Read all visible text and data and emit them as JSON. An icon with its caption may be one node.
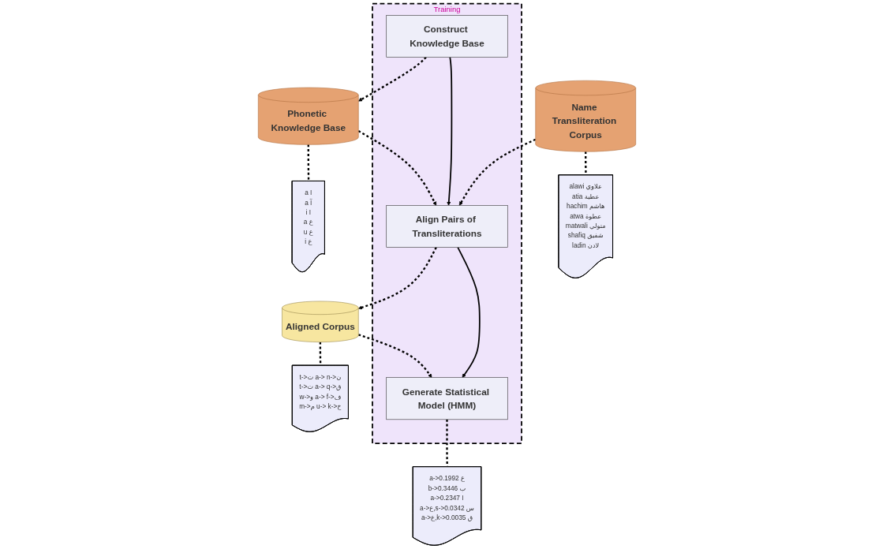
{
  "diagram": {
    "nodes": [
      {
        "text": [
          "Training"
        ]
      },
      {
        "text": [
          "Construct Knowledge Base"
        ],
        "in": 0
      },
      {
        "text": [
          "Align Pairs of Transliterations"
        ],
        "in": 0
      },
      {
        "text": [
          "Generate Statistical Model (HMM)"
        ],
        "in": 0
      },
      {
        "text": [
          "Phonetic Knowledge Base"
        ]
      },
      {
        "text": [
          "Name Transliteration Corpus"
        ]
      },
      {
        "text": [
          "Aligned Corpus"
        ]
      },
      {
        "text": [
          "a ا",
          "a آ",
          "i ا",
          "a ع",
          "u ع",
          "i ع"
        ]
      },
      {
        "text": [
          "alawi علاوي",
          "atia عطية",
          "hachim هاشم",
          "atwa عطوة",
          "matwali متولي",
          "shafiq شفيق",
          "ladin لادن"
        ]
      },
      {
        "text": [
          "t->ت a-> n->ن",
          "t->ت a-> q->ق",
          "w->و a-> f->ف",
          "m->م u-> k->خ"
        ]
      },
      {
        "text": [
          "a->ع 0.1992",
          "b->ب 0.3446",
          "a->ا 0.2347",
          "a->ع,s->س 0.0342",
          "a->ع,k->ق 0.0035"
        ]
      }
    ],
    "edges": [
      {
        "from": 1,
        "to": 2,
        "arrow": "to"
      },
      {
        "from": 2,
        "to": 3,
        "arrow": "to"
      },
      {
        "from": 1,
        "to": 4,
        "arrow": "to",
        "style": "dashed"
      },
      {
        "from": 4,
        "to": 2,
        "arrow": "to",
        "style": "dashed"
      },
      {
        "from": 5,
        "to": 2,
        "arrow": "to",
        "style": "dashed"
      },
      {
        "from": 2,
        "to": 6,
        "arrow": "to",
        "style": "dashed"
      },
      {
        "from": 6,
        "to": 3,
        "arrow": "to",
        "style": "dashed"
      },
      {
        "from": 4,
        "to": 7,
        "arrow": "none",
        "style": "dashed"
      },
      {
        "from": 5,
        "to": 8,
        "arrow": "none",
        "style": "dashed"
      },
      {
        "from": 6,
        "to": 9,
        "arrow": "none",
        "style": "dashed"
      },
      {
        "from": 3,
        "to": 10,
        "arrow": "none",
        "style": "dashed"
      }
    ]
  }
}
